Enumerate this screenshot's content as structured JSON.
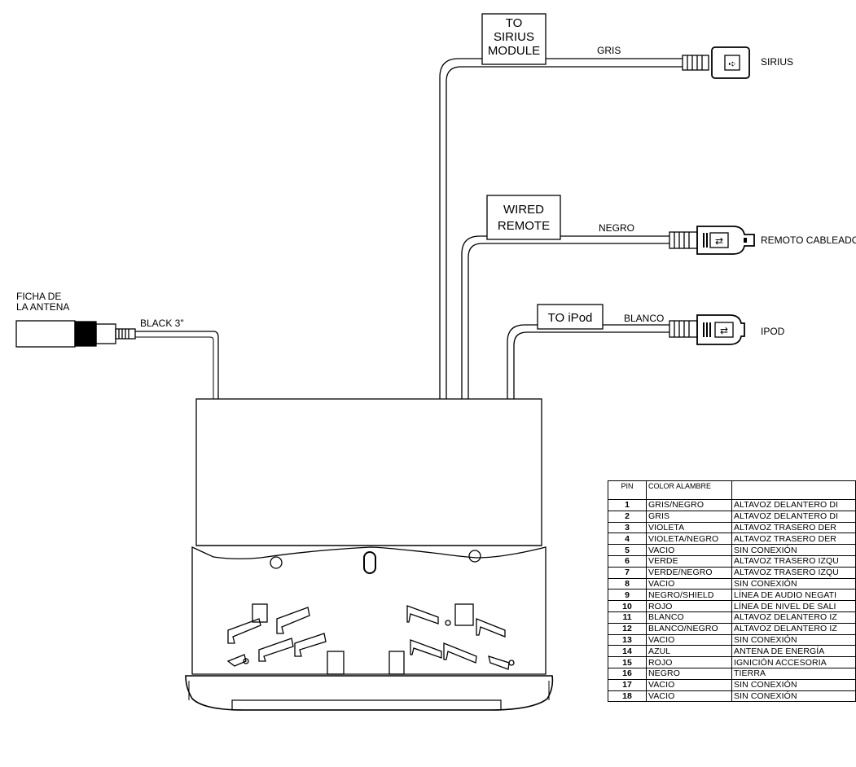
{
  "labels": {
    "sirius_box": [
      "TO",
      "SIRIUS",
      "MODULE"
    ],
    "wired_remote_box": [
      "WIRED",
      "REMOTE"
    ],
    "ipod_box": "TO iPod",
    "gris": "GRIS",
    "negro": "NEGRO",
    "blanco": "BLANCO",
    "sirius": "SIRIUS",
    "remoto": "REMOTO CABLEADO",
    "ipod": "IPOD",
    "antenna": [
      "FICHA DE",
      "LA ANTENA"
    ],
    "black3": "BLACK 3\""
  },
  "table": {
    "headers": [
      "PIN",
      "COLOR ALAMBRE",
      ""
    ],
    "rows": [
      [
        "1",
        "GRIS/NEGRO",
        "ALTAVOZ DELANTERO DI"
      ],
      [
        "2",
        "GRIS",
        "ALTAVOZ DELANTERO DI"
      ],
      [
        "3",
        "VIOLETA",
        "ALTAVOZ TRASERO DER"
      ],
      [
        "4",
        "VIOLETA/NEGRO",
        "ALTAVOZ TRASERO DER"
      ],
      [
        "5",
        "VACIO",
        "SIN CONEXIÓN"
      ],
      [
        "6",
        "VERDE",
        "ALTAVOZ TRASERO IZQU"
      ],
      [
        "7",
        "VERDE/NEGRO",
        "ALTAVOZ TRASERO IZQU"
      ],
      [
        "8",
        "VACIO",
        "SIN CONEXIÓN"
      ],
      [
        "9",
        "NEGRO/SHIELD",
        "LÍNEA DE AUDIO NEGATI"
      ],
      [
        "10",
        "ROJO",
        "LÍNEA DE NIVEL DE SALI"
      ],
      [
        "11",
        "BLANCO",
        "ALTAVOZ DELANTERO IZ"
      ],
      [
        "12",
        "BLANCO/NEGRO",
        "ALTAVOZ DELANTERO IZ"
      ],
      [
        "13",
        "VACIO",
        "SIN CONEXIÓN"
      ],
      [
        "14",
        "AZUL",
        "ANTENA DE ENERGÍA"
      ],
      [
        "15",
        "ROJO",
        "IGNICIÓN ACCESORIA"
      ],
      [
        "16",
        "NEGRO",
        "TIERRA"
      ],
      [
        "17",
        "VACIO",
        "SIN CONEXIÓN"
      ],
      [
        "18",
        "VACIO",
        "SIN CONEXIÓN"
      ]
    ]
  }
}
